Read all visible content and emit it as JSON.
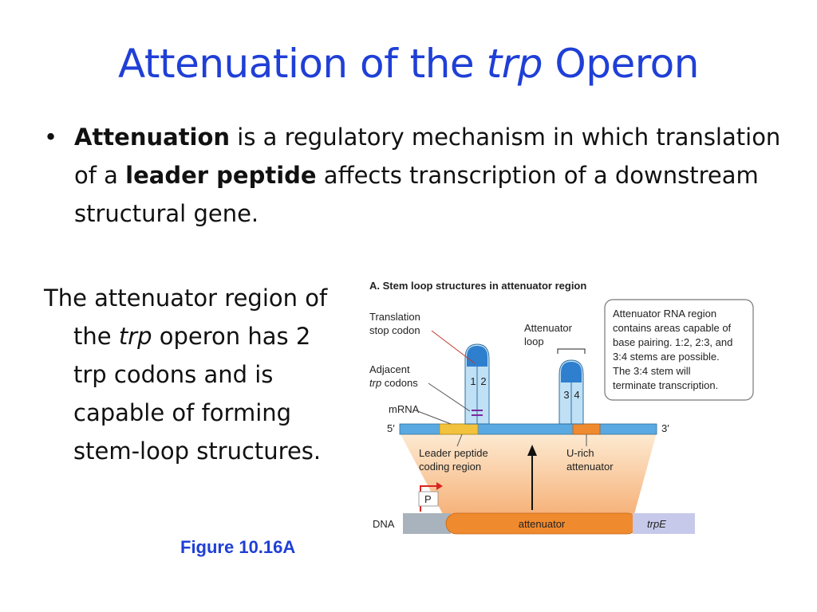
{
  "slide": {
    "title_pre": "Attenuation of the ",
    "title_em": "trp",
    "title_post": " Operon",
    "bullet_symbol": "•",
    "bullet": {
      "b1": "Attenuation",
      "t1": " is a regulatory mechanism in which translation of a ",
      "b2": "leader peptide",
      "t2": " affects transcription of a downstream structural gene."
    },
    "para": {
      "line1": "The attenuator region of",
      "line2_pre": "the ",
      "line2_em": "trp",
      "line2_post": " operon has 2",
      "line3": "trp codons and is",
      "line4": "capable of forming",
      "line5": "stem-loop structures."
    },
    "caption": "Figure 10.16A"
  },
  "figure": {
    "heading": "A. Stem loop structures in attenuator region",
    "stop_label_1": "Translation",
    "stop_label_2": "stop codon",
    "adjacent_1": "Adjacent",
    "adjacent_2_em": "trp",
    "adjacent_2": " codons",
    "loop_label_1": "Attenuator",
    "loop_label_2": "loop",
    "mrna_label": "mRNA",
    "five_prime": "5′",
    "three_prime": "3′",
    "stem_1": "1",
    "stem_2": "2",
    "stem_3": "3",
    "stem_4": "4",
    "leader_1": "Leader peptide",
    "leader_2": "coding region",
    "urich_1": "U-rich",
    "urich_2": "attenuator",
    "promoter": "P",
    "dna_label": "DNA",
    "attenuator": "attenuator",
    "trpe": "trpE",
    "note": [
      "Attenuator RNA region",
      "contains areas capable of",
      "base pairing. 1:2, 2:3, and",
      "3:4 stems are possible.",
      "The 3:4 stem will",
      "terminate transcription."
    ],
    "colors": {
      "mrna": "#5aa9e2",
      "mrna_light": "#bfe0f5",
      "leader": "#f3c23c",
      "attenuator": "#f08a2e",
      "dna_gray": "#a9b3bd",
      "trpe": "#c7c9ea",
      "promoter": "#d8261f"
    }
  }
}
